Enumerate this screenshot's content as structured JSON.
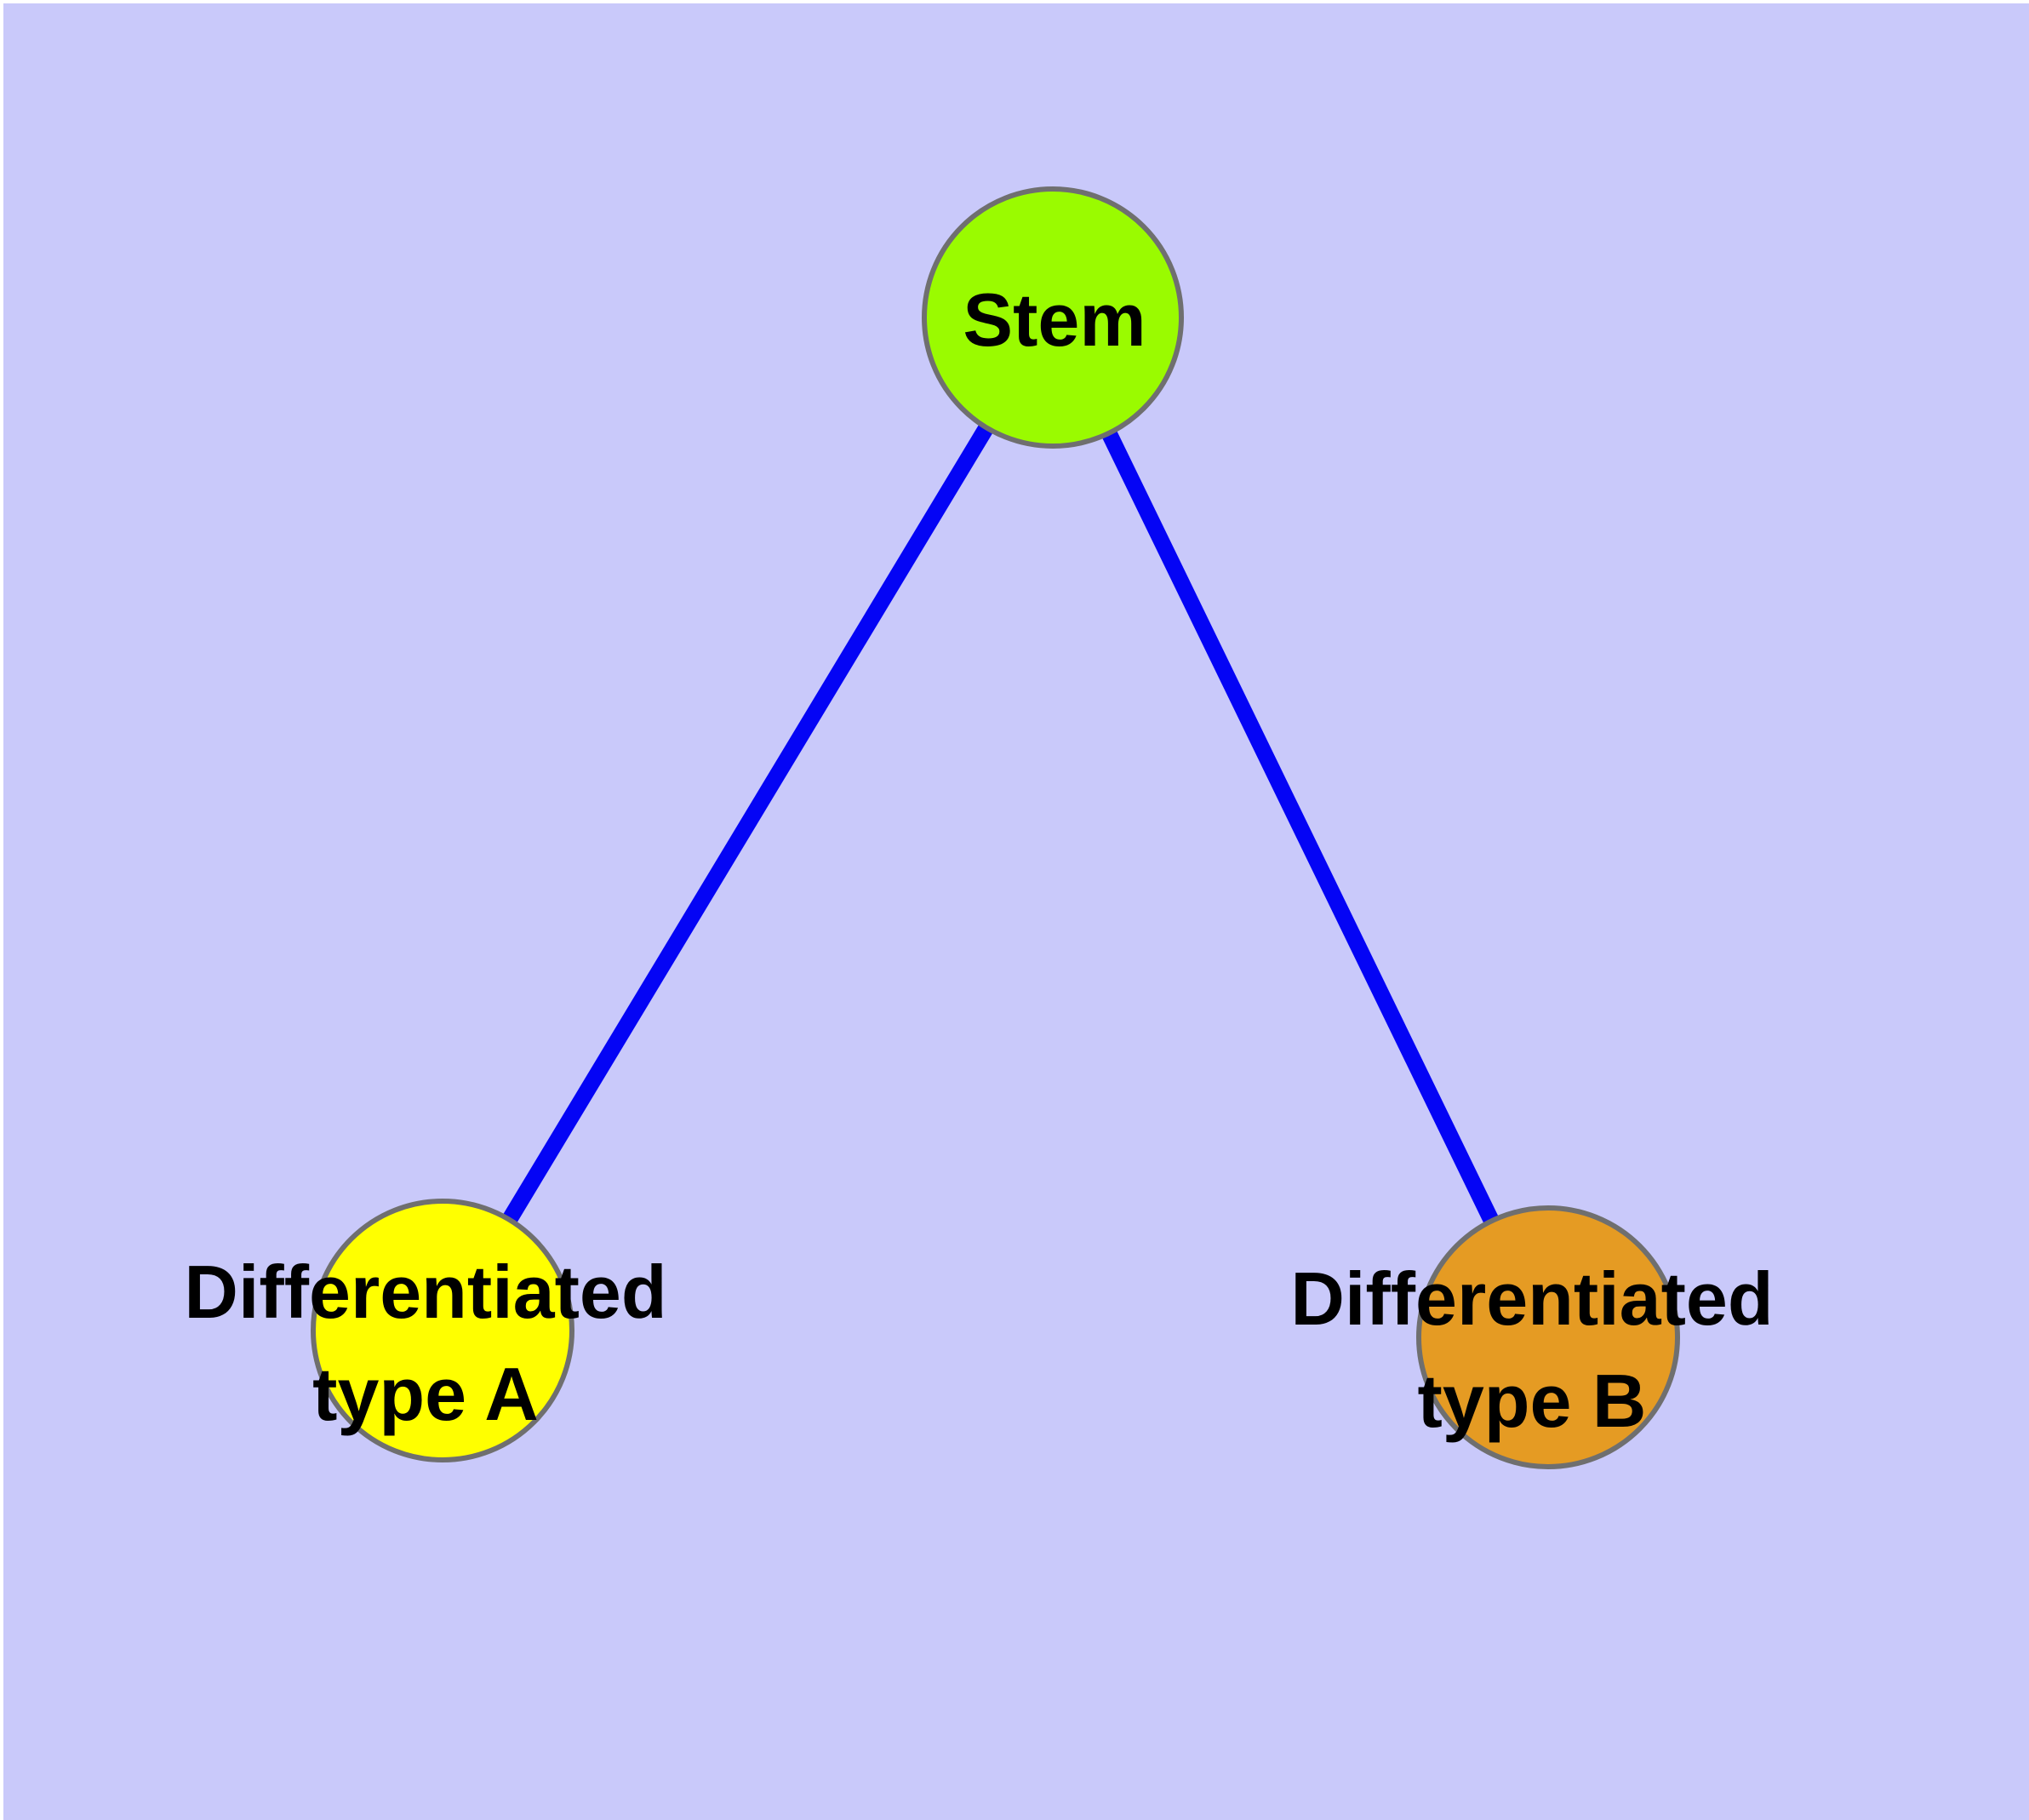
{
  "diagram": {
    "background_color": "#C9C9FA",
    "frame_color": "#FFFFFF",
    "edge_color": "#0404F5",
    "node_border_color": "#6F6F6F",
    "label_color": "#000000",
    "nodes": {
      "stem": {
        "label": "Stem",
        "fill_color": "#9AFB00"
      },
      "type_a": {
        "label_line1": "Differentiated",
        "label_line2": "type A",
        "full_label": "Differentiated type A",
        "fill_color": "#FFFF00"
      },
      "type_b": {
        "label_line1": "Differentiated",
        "label_line2": "type B",
        "full_label": "Differentiated type B",
        "fill_color": "#E59B23"
      }
    },
    "edges": [
      {
        "from": "Stem",
        "to": "Differentiated type A"
      },
      {
        "from": "Stem",
        "to": "Differentiated type B"
      }
    ]
  }
}
